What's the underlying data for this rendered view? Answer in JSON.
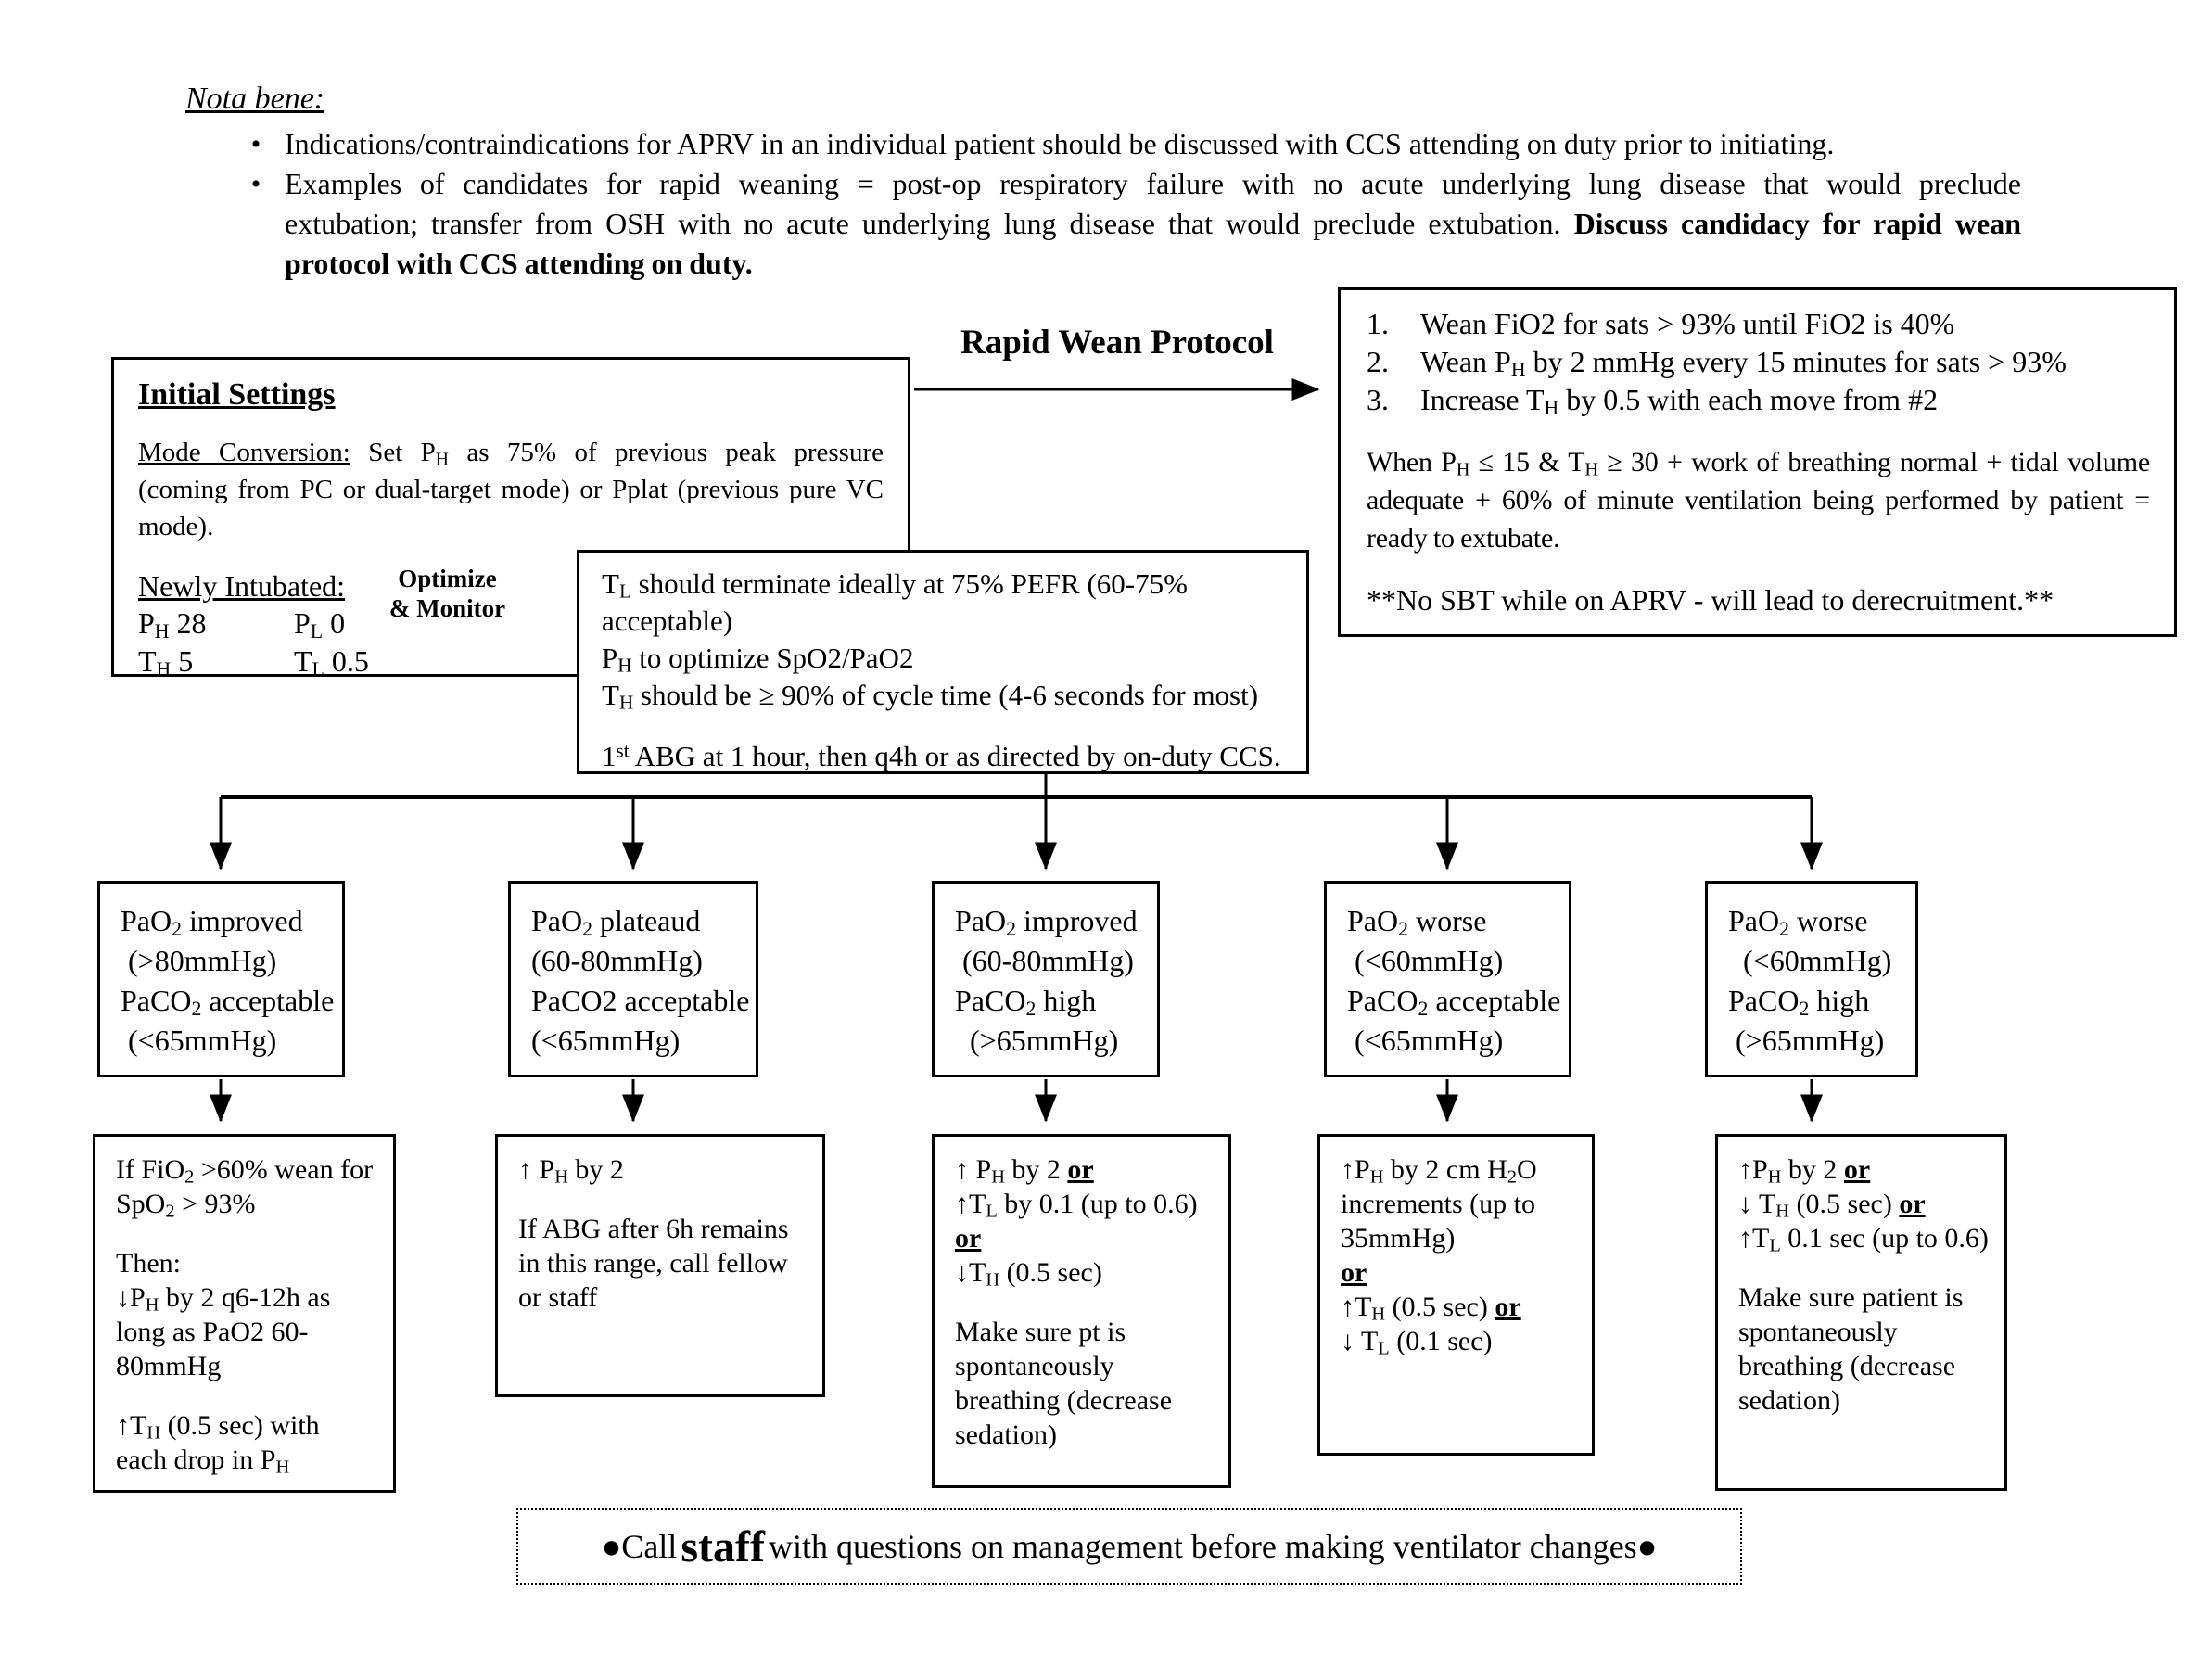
{
  "colors": {
    "ink": "#000000",
    "bg": "#ffffff"
  },
  "nota_bene": {
    "heading": "Nota bene:",
    "bullet_glyph": "•",
    "bullet1": "Indications/contraindications for APRV in an individual patient should be discussed with CCS attending on duty prior to initiating.",
    "bullet2_lines": [
      "Examples of candidates for rapid weaning = post-op respiratory failure with no acute underlying lung disease that would preclude",
      "extubation; transfer from OSH with no acute underlying lung disease that would preclude extubation.  {b}Discuss candidacy for rapid wean{/b}",
      "{b}protocol with CCS attending on duty.{/b}"
    ]
  },
  "initial_settings": {
    "title": "Initial Settings",
    "mode_conversion_lines": [
      "{u}Mode Conversion:{/u}  Set P~H~ as 75% of previous peak pressure",
      "(coming from PC or dual-target mode) or Pplat (previous pure VC",
      "mode)."
    ],
    "newly_intubated_label": "Newly Intubated:",
    "rows": [
      {
        "c1": "P~H~ 28",
        "c2": "P~L~ 0"
      },
      {
        "c1": "T~H~ 5",
        "c2": "T~L~ 0.5"
      }
    ]
  },
  "optimize_label": {
    "l1": "Optimize",
    "l2": "& Monitor"
  },
  "rapid_wean_label": "Rapid Wean Protocol",
  "monitor_box": {
    "lines": [
      "T~L~ should terminate ideally at 75% PEFR (60-75%",
      "acceptable)",
      "P~H~ to optimize SpO2/PaO2",
      "T~H~ should be ≥ 90% of cycle time (4-6 seconds for most)",
      "",
      "1^st^ ABG at 1 hour, then q4h or as directed by on-duty CCS."
    ]
  },
  "protocol_box": {
    "steps": [
      {
        "n": "1.",
        "t": "Wean FiO2 for sats > 93% until FiO2 is 40%"
      },
      {
        "n": "2.",
        "t": "Wean P~H~ by 2 mmHg every 15 minutes for sats > 93%"
      },
      {
        "n": "3.",
        "t": "Increase T~H~ by 0.5 with each move from #2"
      }
    ],
    "when_lines": [
      "When P~H~ ≤ 15 & T~H~ ≥ 30 + work of breathing normal + tidal volume",
      "adequate +  60% of minute ventilation being performed by patient =",
      "ready to extubate."
    ],
    "note": "**No SBT while on APRV - will lead to derecruitment.**"
  },
  "outcome_boxes": [
    {
      "lines": [
        "PaO~2~ improved",
        " (>80mmHg)",
        "PaCO~2~ acceptable",
        " (<65mmHg)"
      ]
    },
    {
      "lines": [
        "PaO~2~ plateaud",
        "(60-80mmHg)",
        "PaCO2 acceptable",
        "(<65mmHg)"
      ]
    },
    {
      "lines": [
        "PaO~2~ improved",
        " (60-80mmHg)",
        "PaCO~2~ high",
        "  (>65mmHg)"
      ]
    },
    {
      "lines": [
        "PaO~2~ worse",
        " (<60mmHg)",
        "PaCO~2~ acceptable",
        " (<65mmHg)"
      ]
    },
    {
      "lines": [
        "PaO~2~ worse",
        "  (<60mmHg)",
        "PaCO~2~ high",
        " (>65mmHg)"
      ]
    }
  ],
  "action_boxes": [
    {
      "lines": [
        "If FiO~2~ >60% wean for",
        "SpO~2~ > 93%",
        "",
        "Then:",
        "↓P~H~ by 2 q6-12h as",
        "long as PaO2 60-",
        "80mmHg",
        "",
        "↑T~H~ (0.5 sec) with",
        "each drop in P~H~"
      ]
    },
    {
      "lines": [
        "↑ P~H~ by 2",
        "",
        "If ABG after 6h remains",
        "in this range, call fellow",
        "or staff"
      ]
    },
    {
      "lines": [
        "↑ P~H~ by 2 {bu}or{/bu}",
        "↑T~L~ by 0.1 (up to 0.6)",
        "{bu}or{/bu}",
        "↓T~H~ (0.5 sec)",
        "",
        "Make sure pt is",
        "spontaneously",
        "breathing (decrease",
        "sedation)"
      ]
    },
    {
      "lines": [
        "↑P~H~ by 2 cm H~2~O",
        "increments (up to",
        "35mmHg)",
        "{bu}or{/bu}",
        "↑T~H~ (0.5 sec) {bu}or{/bu}",
        "↓ T~L~ (0.1 sec)"
      ]
    },
    {
      "lines": [
        "↑P~H~ by 2 {bu}or{/bu}",
        "↓ T~H~ (0.5 sec) {bu}or{/bu}",
        "↑T~L~ 0.1 sec (up to 0.6)",
        "",
        "Make sure patient is",
        "spontaneously",
        "breathing (decrease",
        "sedation)"
      ]
    }
  ],
  "footer": {
    "prefix": "●Call ",
    "big": "staff",
    "suffix": " with questions on management before making ventilator changes●"
  }
}
